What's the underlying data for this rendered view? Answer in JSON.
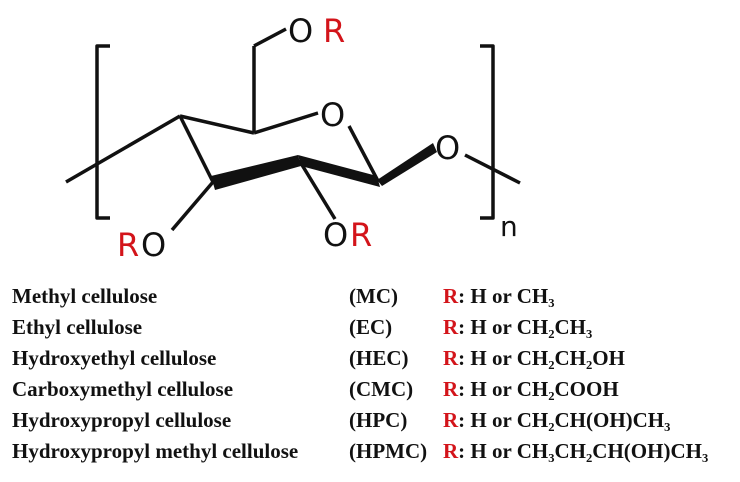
{
  "structure": {
    "atoms": {
      "top_or_o": "O",
      "top_or_r": "R",
      "ring_o": "O",
      "glyco_o": "O",
      "left_or_r": "R",
      "left_or_o": "O",
      "bottom_or_o": "O",
      "bottom_or_r": "R",
      "repeat": "n"
    }
  },
  "colors": {
    "accent": "#d3141a",
    "ink": "#111111"
  },
  "legend": {
    "rows": [
      {
        "name": "Methyl cellulose",
        "abbr": "(MC)",
        "r": "R",
        "rest": ": H or CH₃"
      },
      {
        "name": "Ethyl cellulose",
        "abbr": "(EC)",
        "r": "R",
        "rest": ": H or CH₂CH₃"
      },
      {
        "name": "Hydroxyethyl cellulose",
        "abbr": "(HEC)",
        "r": "R",
        "rest": ": H or CH₂CH₂OH"
      },
      {
        "name": "Carboxymethyl cellulose",
        "abbr": "(CMC)",
        "r": "R",
        "rest": ": H or CH₂COOH"
      },
      {
        "name": "Hydroxypropyl cellulose",
        "abbr": "(HPC)",
        "r": "R",
        "rest": ": H or CH₂CH(OH)CH₃"
      },
      {
        "name": "Hydroxypropyl methyl cellulose",
        "abbr": "(HPMC)",
        "r": "R",
        "rest": ": H or CH₃CH₂CH(OH)CH₃"
      }
    ]
  }
}
